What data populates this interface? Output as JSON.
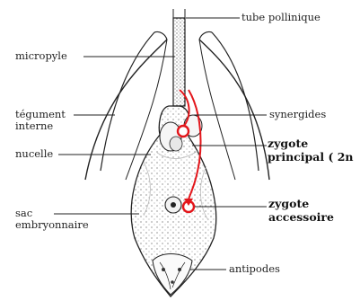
{
  "labels": {
    "tube": "tube pollinique",
    "micropyle": "micropyle",
    "tegument_1": "tégument",
    "tegument_2": "interne",
    "nucelle": "nucelle",
    "synergides": "synergides",
    "zygote_principal_1": "zygote",
    "zygote_principal_2": "principal ( 2n",
    "sac_1": "sac",
    "sac_2": "embryonnaire",
    "zygote_accessoire_1": "zygote",
    "zygote_accessoire_2": "accessoire",
    "antipodes": "antipodes"
  },
  "colors": {
    "ink": "#222222",
    "fertilization": "#e3161b",
    "stipple": "#555555",
    "background": "#ffffff"
  }
}
